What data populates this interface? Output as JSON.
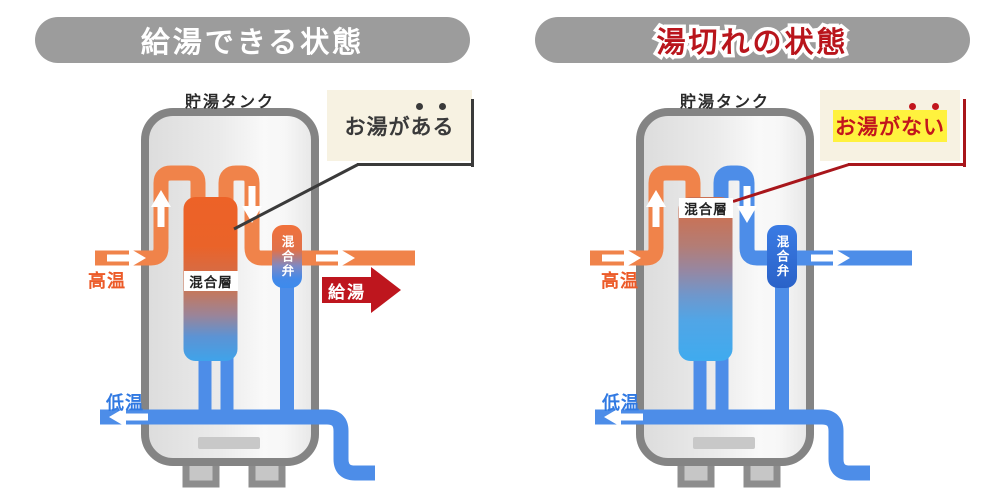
{
  "panels": {
    "left": {
      "header": "給湯できる状態",
      "tank_label": "貯湯タンク",
      "callout_prefix": "お湯が",
      "callout_emphasis": "ある",
      "hot_label": "高温",
      "cold_label": "低温",
      "mixing_layer_label": "混合層",
      "mixing_valve_label": "混合弁",
      "supply_label": "給湯"
    },
    "right": {
      "header": "湯切れの状態",
      "tank_label": "貯湯タンク",
      "callout_prefix": "お湯が",
      "callout_emphasis": "ない",
      "hot_label": "高温",
      "cold_label": "低温",
      "mixing_layer_label": "混合層",
      "mixing_valve_label": "混合弁"
    }
  },
  "colors": {
    "header_pill": "#9C9C9C",
    "header_text_left": "#FFFFFF",
    "header_text_right": "#B9151C",
    "hot_pipe": "#F0834A",
    "cold_pipe": "#4D8DE8",
    "tank_border": "#848484",
    "tank_fill": "#EBEBEB",
    "column_hot": "#ED6227",
    "column_cold": "#3FA3EA",
    "callout_bg": "#F7F2E2",
    "callout_text_left": "#3A3A3A",
    "callout_text_right": "#C2161D",
    "highlight_yellow": "#FFF23E",
    "supply_arrow": "#BE161E",
    "hot_label_color": "#EC5A28",
    "cold_label_color": "#3079E2"
  }
}
